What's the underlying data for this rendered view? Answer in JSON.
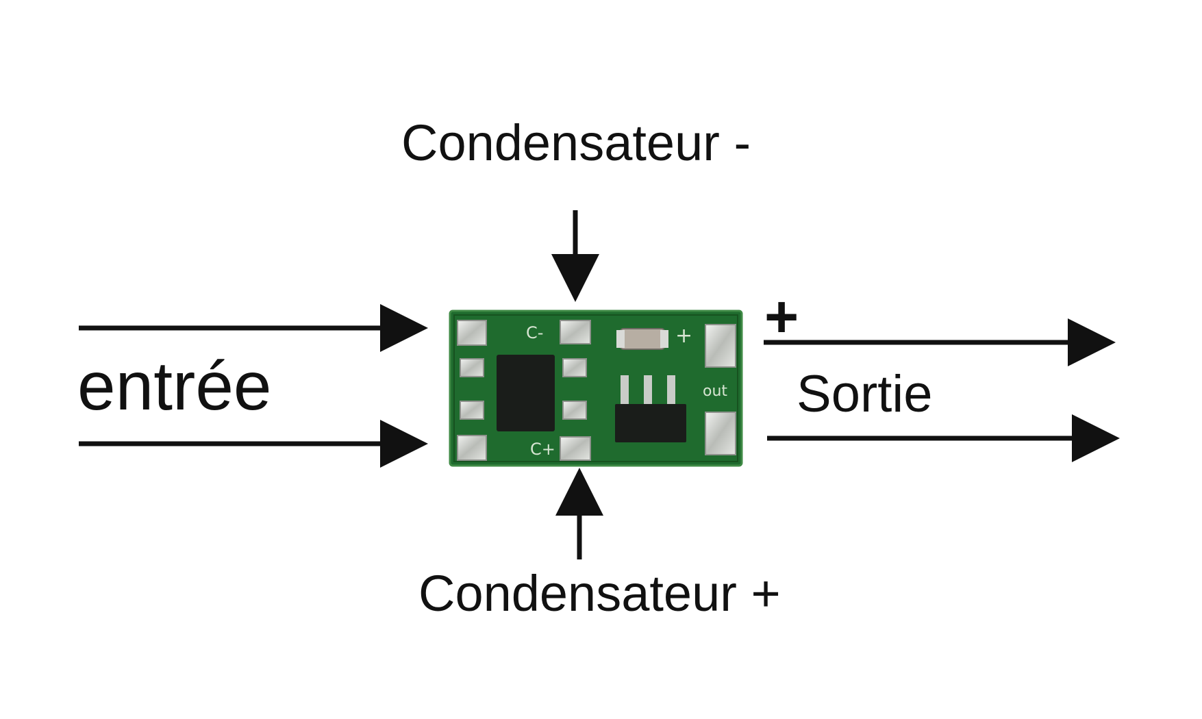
{
  "labels": {
    "capacitor_minus": "Condensateur -",
    "capacitor_plus": "Condensateur +",
    "input": "entrée",
    "output": "Sortie",
    "output_polarity": "+"
  },
  "board_silkscreen": {
    "c_minus": "C-",
    "c_plus": "C+",
    "plus": "+",
    "out": "out"
  },
  "colors": {
    "pcb_green": "#1f6b2e",
    "pad_silver": "#c9ccc8",
    "chip_black": "#1a1d1a",
    "arrow": "#111111"
  },
  "icons": {
    "arrow_head": "filled-triangle",
    "module": "pcb-board"
  }
}
